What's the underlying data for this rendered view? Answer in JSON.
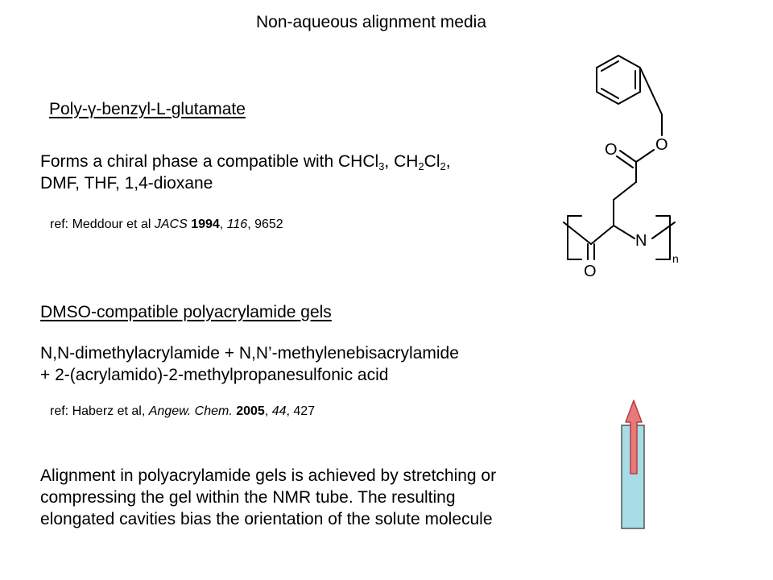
{
  "title": "Non-aqueous alignment media",
  "section1": {
    "heading_pre": "Poly-",
    "heading_gamma": "γ",
    "heading_post": "-benzyl-L-glutamate",
    "line1_pre": "Forms a chiral phase a compatible with CHCl",
    "line1_sub1": "3",
    "line1_mid": ", CH",
    "line1_sub2": "2",
    "line1_mid2": "Cl",
    "line1_sub3": "2",
    "line1_end": ",",
    "line2": "DMF, THF, 1,4-dioxane",
    "ref": {
      "prefix": "ref:  Meddour et al ",
      "journal": "JACS",
      "year": "1994",
      "sep1": ", ",
      "volume": "116",
      "pages": ", 9652"
    }
  },
  "section2": {
    "heading": "DMSO-compatible polyacrylamide gels",
    "line1": "N,N-dimethylacrylamide + N,N’-methylenebisacrylamide",
    "line2": "+ 2-(acrylamido)-2-methylpropanesulfonic  acid",
    "ref": {
      "prefix": "ref:  Haberz et al, ",
      "journal": "Angew. Chem.",
      "year": "2005",
      "sep1": ", ",
      "volume": "44",
      "pages": ", 427"
    }
  },
  "section3": {
    "line1": "Alignment in polyacrylamide gels is achieved by stretching or",
    "line2": "compressing the gel within the NMR tube.  The resulting",
    "line3": "elongated cavities bias the orientation of the solute molecule"
  },
  "structure": {
    "atom_o_ester_carbonyl": "O",
    "atom_o_ester": "O",
    "atom_n": "N",
    "atom_o_amide": "O",
    "subscript_n": "n"
  },
  "colors": {
    "tube_fill": "#a8dce6",
    "tube_stroke": "#555555",
    "arrow_fill": "#e8787a",
    "arrow_stroke": "#b04040"
  }
}
